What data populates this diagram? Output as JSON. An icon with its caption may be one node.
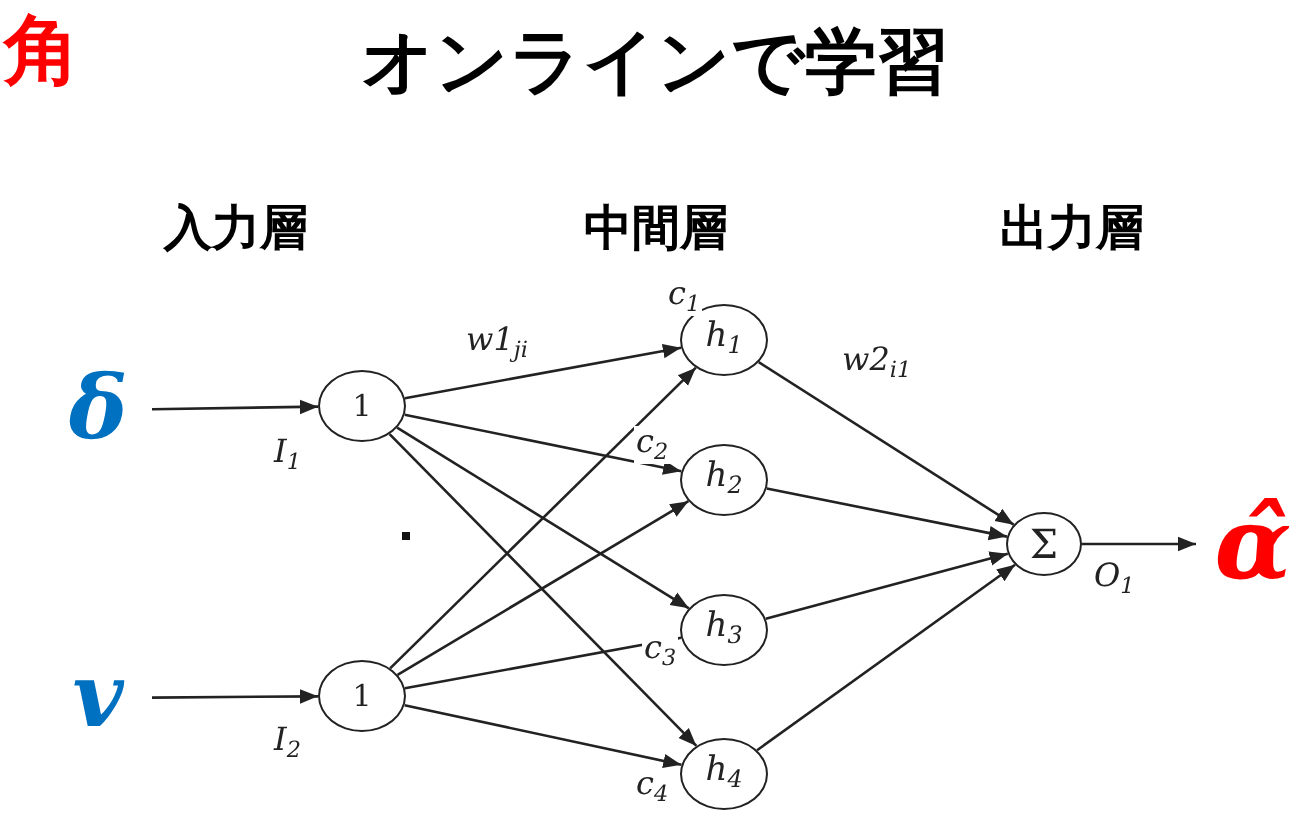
{
  "diagram": {
    "title": "オンラインで学習",
    "nodes": [
      {
        "text": [
          "δ"
        ]
      },
      {
        "text": [
          "v"
        ]
      },
      {
        "text": [
          "1"
        ]
      },
      {
        "text": [
          "1"
        ]
      },
      {
        "text": [
          "h$_{1}$"
        ],
        "beside": [
          "c$_{1}$"
        ]
      },
      {
        "text": [
          "h$_{2}$"
        ],
        "beside": [
          "c$_{2}$"
        ]
      },
      {
        "text": [
          "h$_{3}$"
        ],
        "beside": [
          "c$_{3}$"
        ]
      },
      {
        "text": [
          "h$_{4}$"
        ],
        "beside": [
          "c$_{4}$"
        ]
      },
      {
        "text": [
          "Σ"
        ]
      },
      {
        "text": [
          "α̂"
        ]
      }
    ],
    "edges": [
      {
        "from": 0,
        "to": 2,
        "arrow": "to",
        "label": "I$_{1}$"
      },
      {
        "from": 1,
        "to": 3,
        "arrow": "to",
        "label": "I$_{2}$"
      },
      {
        "from": 2,
        "to": 4,
        "arrow": "to"
      },
      {
        "from": 2,
        "to": 5,
        "arrow": "to"
      },
      {
        "from": 2,
        "to": 6,
        "arrow": "to"
      },
      {
        "from": 2,
        "to": 7,
        "arrow": "to"
      },
      {
        "from": 3,
        "to": 4,
        "arrow": "to"
      },
      {
        "from": 3,
        "to": 5,
        "arrow": "to"
      },
      {
        "from": 3,
        "to": 6,
        "arrow": "to"
      },
      {
        "from": 3,
        "to": 7,
        "arrow": "to"
      },
      {
        "from": 4,
        "to": 8,
        "arrow": "to"
      },
      {
        "from": 5,
        "to": 8,
        "arrow": "to"
      },
      {
        "from": 6,
        "to": 8,
        "arrow": "to"
      },
      {
        "from": 7,
        "to": 8,
        "arrow": "to"
      },
      {
        "from": 8,
        "to": 9,
        "arrow": "to",
        "label": "O$_{1}$"
      }
    ],
    "labels": [
      "角",
      "入力層",
      "中間層",
      "出力層",
      "w1$_{ji}$",
      "w2$_{i1}$"
    ]
  }
}
